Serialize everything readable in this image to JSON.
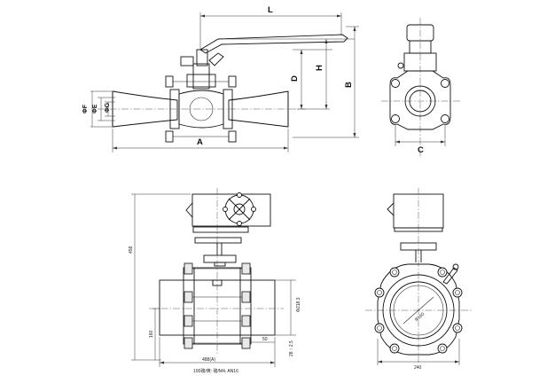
{
  "labels": {
    "L": "L",
    "H": "H",
    "D": "D",
    "B": "B",
    "A": "A",
    "C": "C",
    "phiF": "ΦF",
    "phiE": "ΦE",
    "phiG": "ΦG",
    "dim_left_height": "458",
    "dim_left_lower": "160",
    "dim_right_1": "Φ218.3",
    "dim_right_2": "50",
    "dim_right_3": "28 ↑ 2.5",
    "dim_bottom_1": "488(A)",
    "dim_bottom_note": "100磅/英: 磅/M4, AN16",
    "dim_bottom_right": "240",
    "bore_note": "Φ160"
  }
}
